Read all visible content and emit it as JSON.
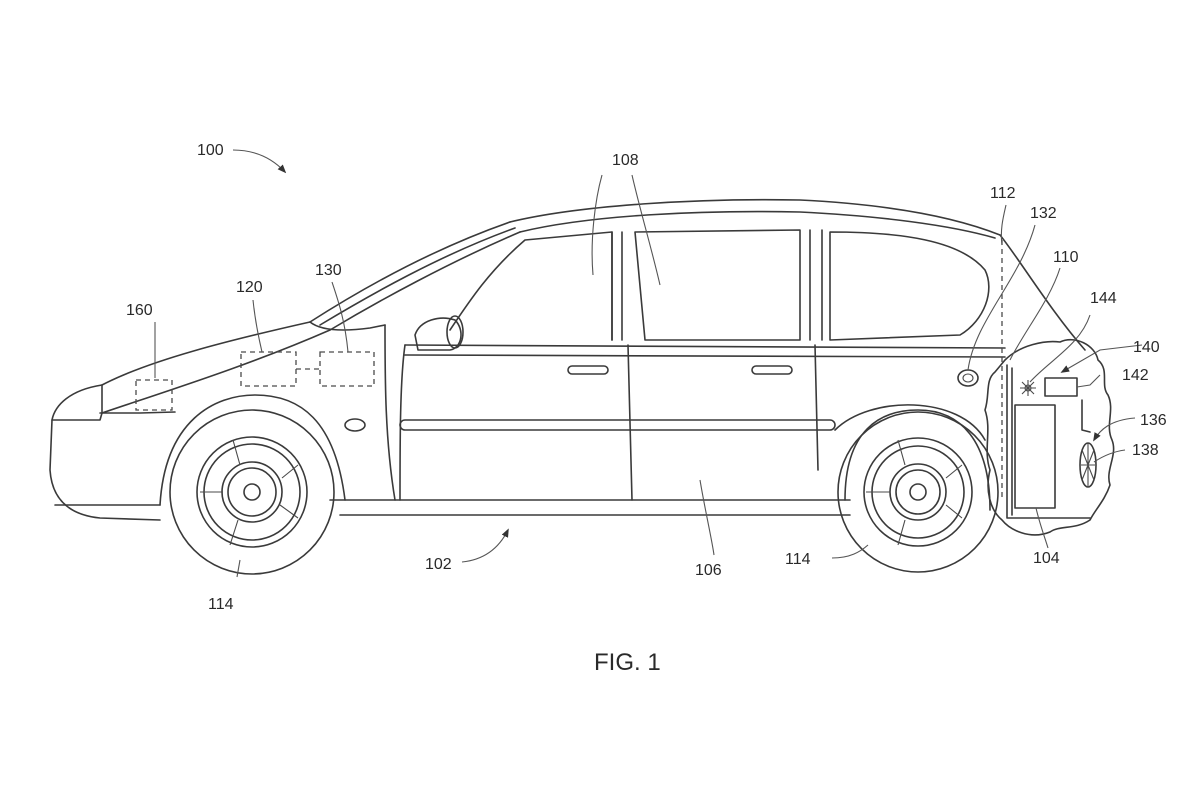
{
  "figure": {
    "caption": "FIG. 1",
    "type": "patent-drawing",
    "subject": "vehicle side view"
  },
  "refs": {
    "vehicle": "100",
    "body": "102",
    "battery": "104",
    "door_panel": "106",
    "windows": "108",
    "rear_compartment": "110",
    "pillar": "112",
    "wheel_front": "114",
    "wheel_rear": "114",
    "module_a": "120",
    "module_b": "130",
    "charge_port": "132",
    "vent": "136",
    "fan": "138",
    "cooling_assembly": "140",
    "controller": "142",
    "blower": "144",
    "sensor": "160"
  }
}
